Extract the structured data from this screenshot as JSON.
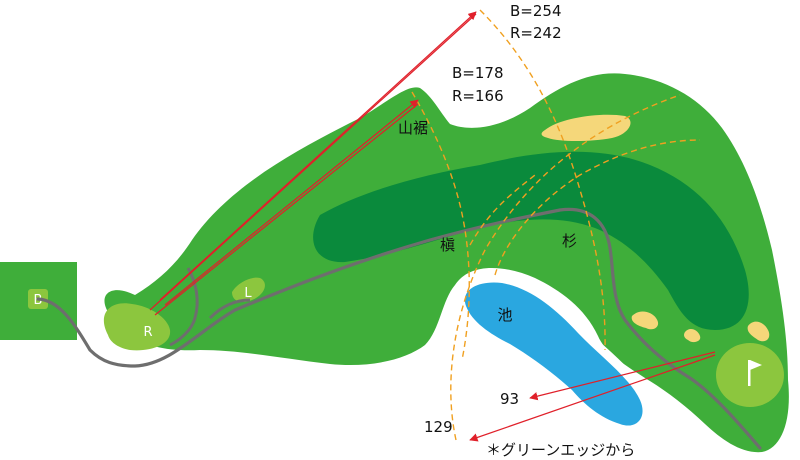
{
  "distances": {
    "far_back": "B=254",
    "far_regular": "R=242",
    "mid_back": "B=178",
    "mid_regular": "R=166",
    "green_near": "93",
    "green_far": "129",
    "green_note": "＊グリーンエッジから"
  },
  "landmarks": {
    "foot_hill": "山裾",
    "tree_maki": "槇",
    "tree_sugi": "杉",
    "pond": "池"
  },
  "tees": {
    "back": "B",
    "regular": "R",
    "ladies": "L"
  },
  "colors": {
    "rough": "#3fae3a",
    "fairway": "#0a8a3c",
    "tee": "#8cc63e",
    "green": "#8cc63e",
    "water": "#2aa7e0",
    "bunker": "#f5d77a",
    "cart_path": "#6e6e6e",
    "distance_arc": "#f0a020",
    "shot_line": "#e0202a"
  }
}
